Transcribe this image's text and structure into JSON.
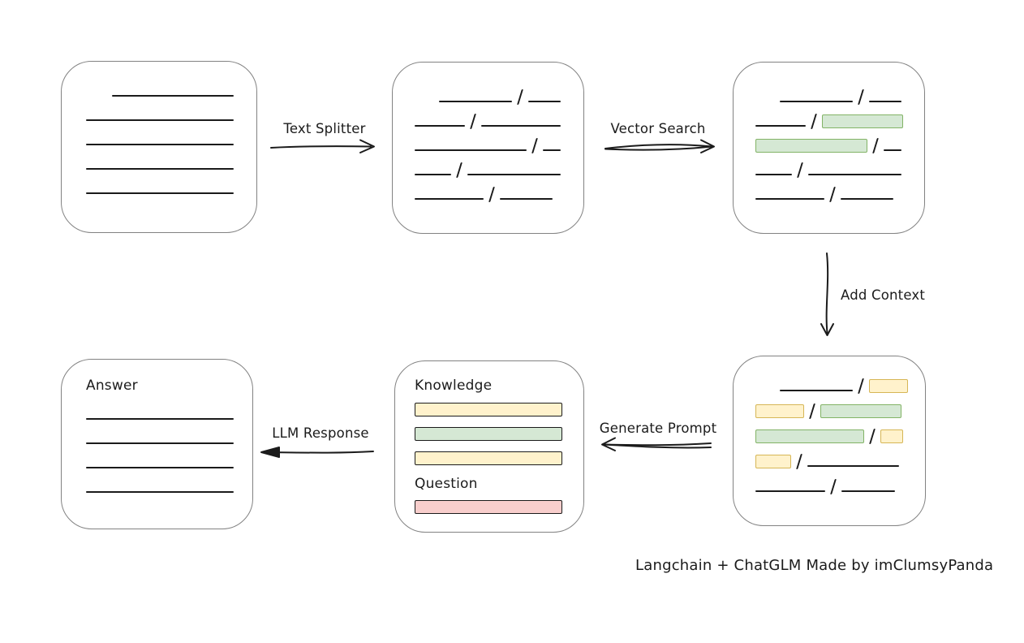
{
  "caption": "Langchain + ChatGLM Made by imClumsyPanda",
  "labels": {
    "text_splitter": "Text Splitter",
    "vector_search": "Vector Search",
    "add_context": "Add Context",
    "generate_prompt": "Generate Prompt",
    "llm_response": "LLM Response",
    "knowledge": "Knowledge",
    "question": "Question",
    "answer": "Answer"
  },
  "colors": {
    "line": "#1b1b1b",
    "box_border": "#828282",
    "green_fill": "#d5e8d4",
    "green_border": "#82b366",
    "yellow_fill": "#fff2cc",
    "yellow_border": "#d6b656",
    "red_fill": "#f8cecc",
    "red_border": "#b85450"
  },
  "boxes": {
    "document": {
      "rows": [
        {
          "indent": 32,
          "segments": [
            {
              "type": "line",
              "w": 150
            }
          ]
        },
        {
          "segments": [
            {
              "type": "line",
              "w": 182
            }
          ]
        },
        {
          "segments": [
            {
              "type": "line",
              "w": 182
            }
          ]
        },
        {
          "segments": [
            {
              "type": "line",
              "w": 182
            }
          ]
        },
        {
          "segments": [
            {
              "type": "line",
              "w": 182
            }
          ]
        }
      ]
    },
    "chunks": {
      "rows": [
        {
          "indent": 30,
          "segments": [
            {
              "type": "line",
              "w": 90
            },
            {
              "type": "slash"
            },
            {
              "type": "line",
              "w": 40
            }
          ]
        },
        {
          "segments": [
            {
              "type": "line",
              "w": 62
            },
            {
              "type": "slash"
            },
            {
              "type": "line",
              "w": 98
            }
          ]
        },
        {
          "segments": [
            {
              "type": "line",
              "w": 138
            },
            {
              "type": "slash"
            },
            {
              "type": "line",
              "w": 22
            }
          ]
        },
        {
          "segments": [
            {
              "type": "line",
              "w": 45
            },
            {
              "type": "slash"
            },
            {
              "type": "line",
              "w": 115
            }
          ]
        },
        {
          "segments": [
            {
              "type": "line",
              "w": 85
            },
            {
              "type": "slash"
            },
            {
              "type": "line",
              "w": 65
            }
          ]
        }
      ]
    },
    "matched": {
      "rows": [
        {
          "indent": 30,
          "segments": [
            {
              "type": "line",
              "w": 90
            },
            {
              "type": "slash"
            },
            {
              "type": "line",
              "w": 40
            }
          ]
        },
        {
          "segments": [
            {
              "type": "line",
              "w": 62
            },
            {
              "type": "slash"
            },
            {
              "type": "green",
              "w": 100
            }
          ]
        },
        {
          "segments": [
            {
              "type": "green",
              "w": 138
            },
            {
              "type": "slash"
            },
            {
              "type": "line",
              "w": 22
            }
          ]
        },
        {
          "segments": [
            {
              "type": "line",
              "w": 45
            },
            {
              "type": "slash"
            },
            {
              "type": "line",
              "w": 115
            }
          ]
        },
        {
          "segments": [
            {
              "type": "line",
              "w": 85
            },
            {
              "type": "slash"
            },
            {
              "type": "line",
              "w": 65
            }
          ]
        }
      ]
    },
    "context": {
      "rows": [
        {
          "indent": 30,
          "segments": [
            {
              "type": "line",
              "w": 90
            },
            {
              "type": "slash"
            },
            {
              "type": "yellow",
              "w": 48
            }
          ]
        },
        {
          "segments": [
            {
              "type": "yellow",
              "w": 60
            },
            {
              "type": "slash"
            },
            {
              "type": "green",
              "w": 100
            }
          ]
        },
        {
          "segments": [
            {
              "type": "green",
              "w": 134
            },
            {
              "type": "slash"
            },
            {
              "type": "yellow",
              "w": 28
            }
          ]
        },
        {
          "segments": [
            {
              "type": "yellow",
              "w": 44
            },
            {
              "type": "slash"
            },
            {
              "type": "line",
              "w": 113
            }
          ]
        },
        {
          "segments": [
            {
              "type": "line",
              "w": 86
            },
            {
              "type": "slash"
            },
            {
              "type": "line",
              "w": 66
            }
          ]
        }
      ]
    },
    "prompt": {
      "knowledge_bars": [
        "yellow",
        "green",
        "yellow"
      ],
      "question_bars": [
        "red"
      ]
    },
    "answer": {
      "rows": [
        {
          "segments": [
            {
              "type": "line",
              "w": 182
            }
          ]
        },
        {
          "segments": [
            {
              "type": "line",
              "w": 182
            }
          ]
        },
        {
          "segments": [
            {
              "type": "line",
              "w": 182
            }
          ]
        },
        {
          "segments": [
            {
              "type": "line",
              "w": 182
            }
          ]
        }
      ]
    }
  }
}
